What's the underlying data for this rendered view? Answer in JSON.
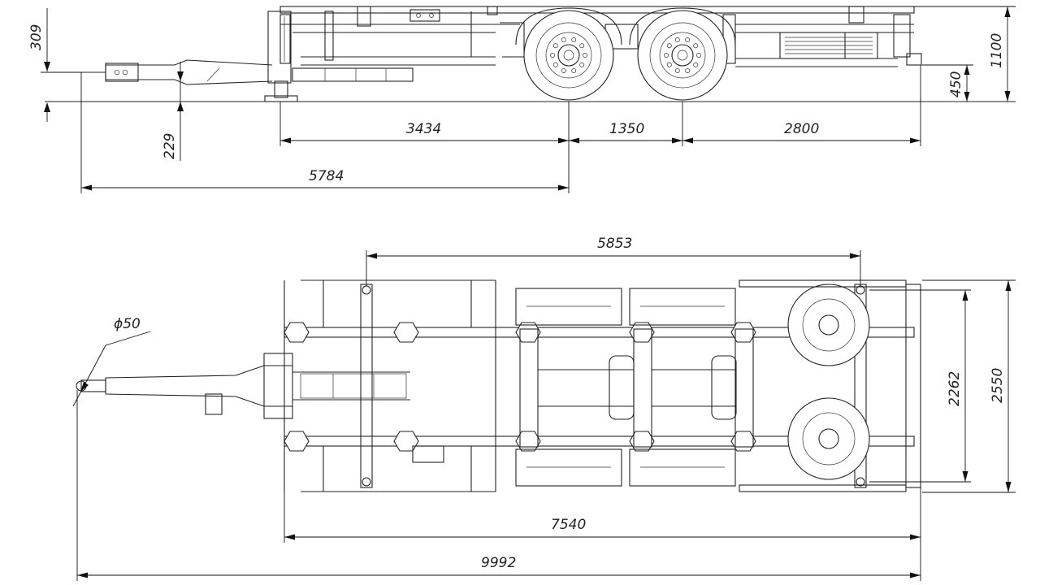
{
  "drawing": {
    "side_view": {
      "dimensions": {
        "hitch_height": "309",
        "drawbar_height": "229",
        "front_to_axle": "3434",
        "axle_spacing": "1350",
        "rear_overhang": "2800",
        "eye_to_axle": "5784",
        "frame_height": "1100",
        "rear_height": "450"
      }
    },
    "top_view": {
      "dimensions": {
        "twistlock_spacing": "5853",
        "eye_diameter": "ϕ50",
        "track_width": "2262",
        "overall_width": "2550",
        "frame_length": "7540",
        "overall_length": "9992"
      }
    }
  }
}
